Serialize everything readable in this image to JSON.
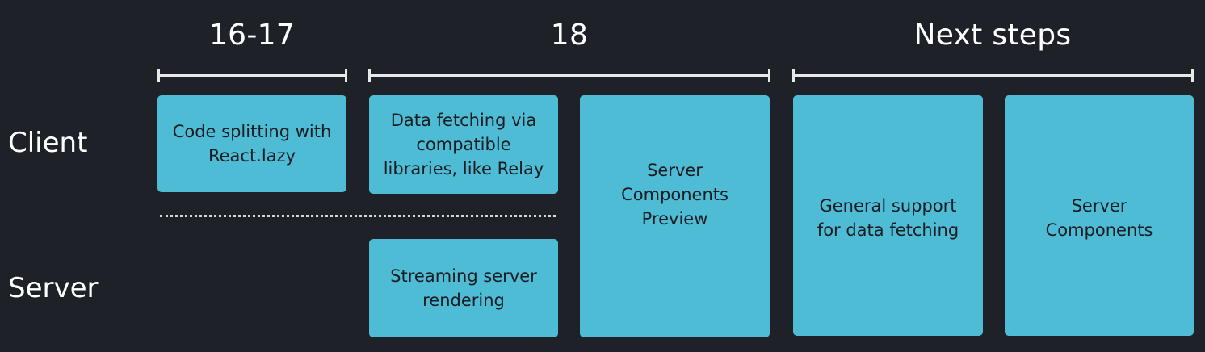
{
  "phases": [
    {
      "label": "16-17"
    },
    {
      "label": "18"
    },
    {
      "label": "Next steps"
    }
  ],
  "rows": {
    "client": "Client",
    "server": "Server"
  },
  "boxes": {
    "code_splitting": "Code splitting with\nReact.lazy",
    "data_fetching": "Data fetching via\ncompatible\nlibraries, like Relay",
    "streaming": "Streaming server\nrendering",
    "server_components_preview": "Server\nComponents\nPreview",
    "general_support": "General support\nfor data fetching",
    "server_components": "Server\nComponents"
  },
  "colors": {
    "background": "#1f2128",
    "box": "#4fbcd6",
    "box_text": "#1b1d22",
    "text": "#ffffff"
  }
}
